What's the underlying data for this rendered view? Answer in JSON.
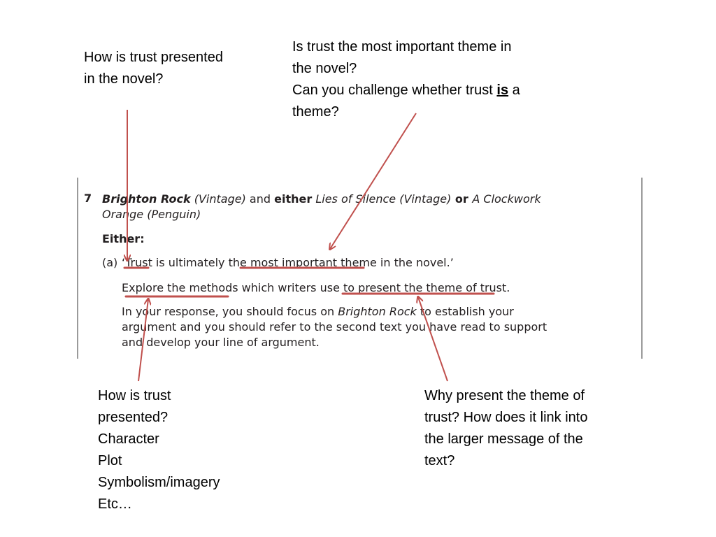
{
  "notes": {
    "top_left": [
      "How is trust presented",
      "in the novel?"
    ],
    "top_right": {
      "line1": "Is trust the most important theme in",
      "line2": "the novel?",
      "line3_before": "Can you challenge whether trust ",
      "line3_emph": "is",
      "line3_after": " a",
      "line4": "theme?"
    },
    "bottom_left": [
      "How is trust",
      "presented?",
      "Character",
      "Plot",
      "Symbolism/imagery",
      "Etc…"
    ],
    "bottom_right": [
      "Why present the theme of",
      "trust? How does it link into",
      "the larger message of the",
      "text?"
    ]
  },
  "question": {
    "number": "7",
    "title_1": "Brighton Rock",
    "pub_1": " (Vintage)",
    "and": " and ",
    "either_word": "either",
    "title_2": " Lies of Silence (Vintage)",
    "or_word": " or ",
    "title_3": "A Clockwork Orange (Penguin)",
    "either_heading": "Either:",
    "part_label": "(a)",
    "quote": "‘Trust is ultimately the most important theme in the novel.’",
    "instruction": "Explore the methods which writers use to present the theme of trust.",
    "response_1": "In your response, you should focus on ",
    "response_title": "Brighton Rock",
    "response_2": " to establish your argument and you should refer to the second text you have read to support and develop your line of argument."
  },
  "colors": {
    "annotation": "#c0504d",
    "text": "#231f20"
  }
}
